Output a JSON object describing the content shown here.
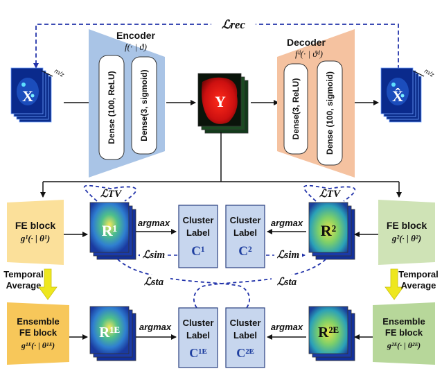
{
  "encoder": {
    "title": "Encoder",
    "func": "f(· | ϑ)",
    "layer1": "Dense (100, ReLU)",
    "layer2": "Dense(3, sigmoid)"
  },
  "decoder": {
    "title": "Decoder",
    "func": "fᵈ(· | ϑᵈ)",
    "layer1": "Dense(3, ReLU)",
    "layer2": "Dense (100, sigmoid)"
  },
  "loss": {
    "rec": "ℒrec",
    "tv": "ℒTV",
    "sim": "ℒsim",
    "sta": "ℒsta"
  },
  "data": {
    "x": "X",
    "x_hat": "X̂",
    "y": "Y",
    "mz": "m/z",
    "r1": "R¹",
    "r2": "R²",
    "r1e": "R¹ᴱ",
    "r2e": "R²ᴱ"
  },
  "fe_block": {
    "title": "FE  block",
    "g1": "g¹(· | θ¹)",
    "g2": "g²(· | θ²)"
  },
  "ensemble": {
    "line1": "Ensemble",
    "line2": "FE block",
    "g1e": "g¹ᴱ(· | θ¹ᴱ)",
    "g2e": "g²ᴱ(· | θ²ᴱ)"
  },
  "temporal": {
    "line1": "Temporal",
    "line2": "Average"
  },
  "argmax": "argmax",
  "cluster": {
    "line1": "Cluster",
    "line2": "Label",
    "c1": "C¹",
    "c2": "C²",
    "c1e": "C¹ᴱ",
    "c2e": "C²ᴱ"
  },
  "colors": {
    "encoder": "#a9c4e6",
    "decoder": "#f5c2a0",
    "fe_left": "#fbe09a",
    "ensemble_left": "#f7c75a",
    "fe_right": "#cfe3b6",
    "ensemble_right": "#b7d79a",
    "cluster_box": "#c7d6ee",
    "dashed": "#2233aa",
    "arrow_yellow": "#eee71e"
  }
}
